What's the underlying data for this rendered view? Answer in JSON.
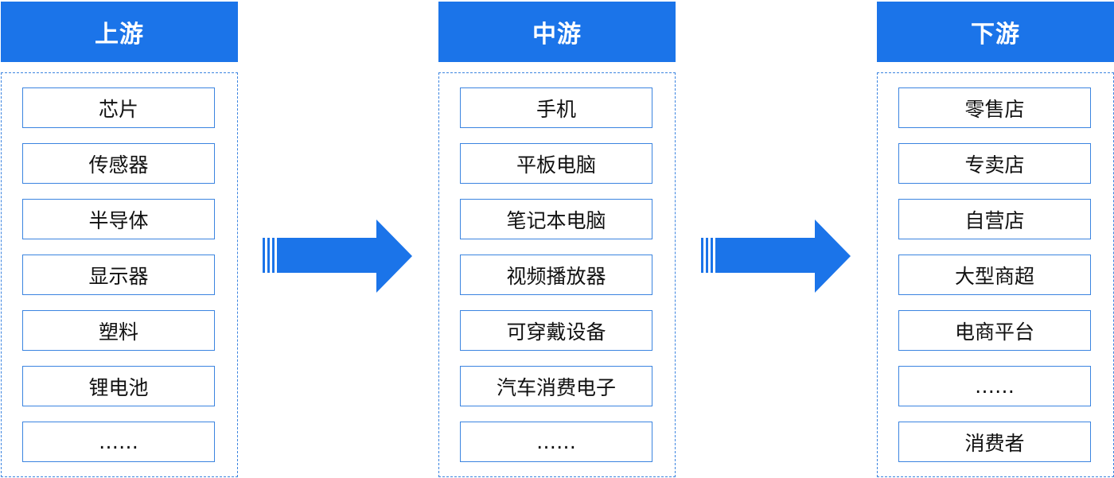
{
  "colors": {
    "header_bg": "#1b74e9",
    "header_text": "#ffffff",
    "border": "#3b84e0",
    "arrow": "#1b74e9"
  },
  "columns": [
    {
      "title": "上游",
      "items": [
        "芯片",
        "传感器",
        "半导体",
        "显示器",
        "塑料",
        "锂电池",
        "……"
      ]
    },
    {
      "title": "中游",
      "items": [
        "手机",
        "平板电脑",
        "笔记本电脑",
        "视频播放器",
        "可穿戴设备",
        "汽车消费电子",
        "……"
      ]
    },
    {
      "title": "下游",
      "items": [
        "零售店",
        "专卖店",
        "自营店",
        "大型商超",
        "电商平台",
        "……",
        "消费者"
      ]
    }
  ],
  "arrows": [
    "arrow-right-icon",
    "arrow-right-icon"
  ]
}
